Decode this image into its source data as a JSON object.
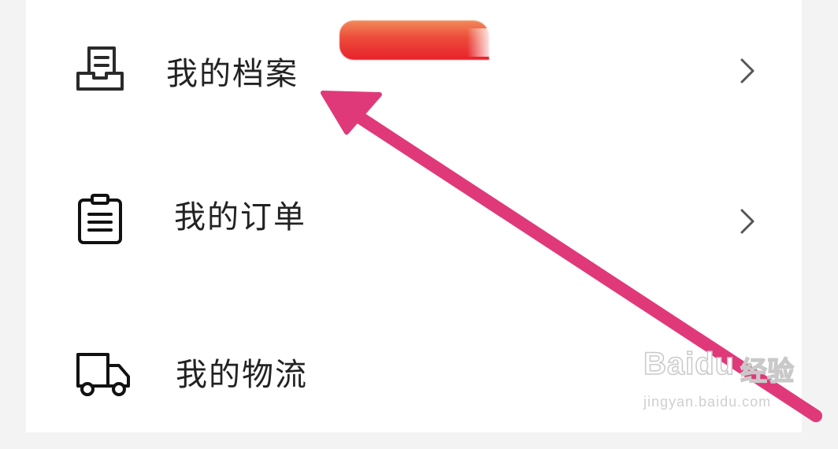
{
  "menu": {
    "items": [
      {
        "label": "我的档案",
        "icon": "archive-icon",
        "has_chevron": true
      },
      {
        "label": "我的订单",
        "icon": "clipboard-icon",
        "has_chevron": true
      },
      {
        "label": "我的物流",
        "icon": "truck-icon",
        "has_chevron": false
      }
    ]
  },
  "colors": {
    "text": "#222222",
    "arrow": "#e0397a",
    "badge": "#ec4a3a",
    "chevron": "#555555"
  },
  "watermark": {
    "brand": "Baidu",
    "cn": "经验",
    "url": "jingyan.baidu.com"
  }
}
